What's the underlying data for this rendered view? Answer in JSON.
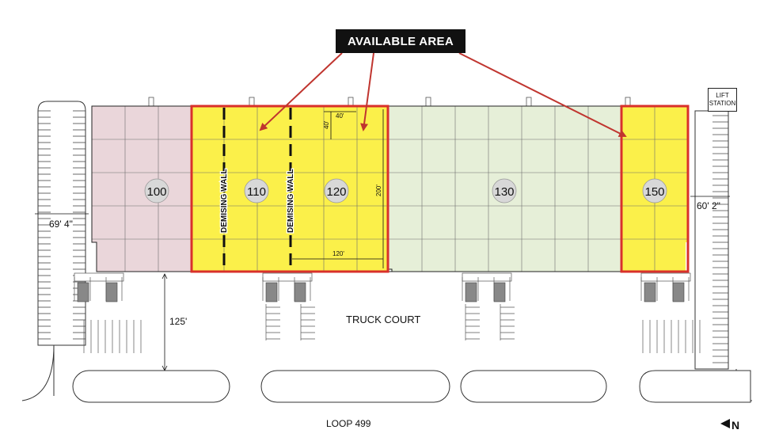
{
  "banner": "AVAILABLE AREA",
  "units": [
    {
      "id": "100",
      "label": "100",
      "available": false,
      "color": "#ead6da"
    },
    {
      "id": "110",
      "label": "110",
      "available": true,
      "color": "#fbf04a"
    },
    {
      "id": "120",
      "label": "120",
      "available": true,
      "color": "#fbf04a"
    },
    {
      "id": "130",
      "label": "130",
      "available": false,
      "color": "#e6efd8"
    },
    {
      "id": "150",
      "label": "150",
      "available": true,
      "color": "#fbf04a"
    }
  ],
  "demising_wall": "DEMISING WALL",
  "dimensions": {
    "bay_width": "40'",
    "bay_depth": "40'",
    "building_depth": "200'",
    "unit_width": "120'",
    "parking_left": "69' 4\"",
    "parking_right": "60' 2\"",
    "truck_court_depth": "125'"
  },
  "labels": {
    "truck_court": "TRUCK COURT",
    "road": "LOOP 499",
    "lift_station_line1": "LIFT",
    "lift_station_line2": "STATION",
    "north": "N"
  },
  "colors": {
    "highlight": "#d9302b",
    "available": "#fbf04a"
  }
}
